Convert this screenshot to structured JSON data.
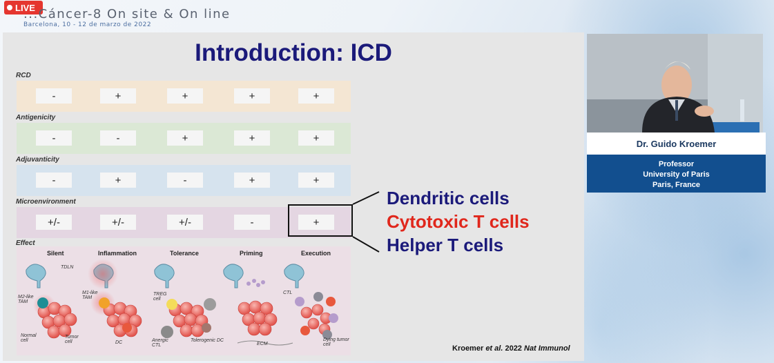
{
  "stream": {
    "live_label": "LIVE",
    "conference_title": "...Cáncer-8 On site & On line",
    "conference_subtitle": "Barcelona, 10 - 12 de marzo de 2022"
  },
  "slide": {
    "title": "Introduction: ICD",
    "rows": [
      {
        "label": "RCD",
        "color": "#f4e6d3",
        "values": [
          "-",
          "+",
          "+",
          "+",
          "+"
        ]
      },
      {
        "label": "Antigenicity",
        "color": "#dbe8d5",
        "values": [
          "-",
          "-",
          "+",
          "+",
          "+"
        ]
      },
      {
        "label": "Adjuvanticity",
        "color": "#d6e3ee",
        "values": [
          "-",
          "+",
          "-",
          "+",
          "+"
        ]
      },
      {
        "label": "Microenvironment",
        "color": "#e4d6e2",
        "values": [
          "+/-",
          "+/-",
          "+/-",
          "-",
          "+"
        ]
      }
    ],
    "effect": {
      "label": "Effect",
      "columns": [
        "Silent",
        "Inflammation",
        "Tolerance",
        "Priming",
        "Execution"
      ],
      "annotations": {
        "tdln": "TDLN",
        "m2": "M2-like TAM",
        "m1": "M1-like TAM",
        "treg": "TREG cell",
        "ctl": "CTL",
        "normal": "Normal cell",
        "tumor": "Tumor cell",
        "dc": "DC",
        "anergic": "Anergic CTL",
        "tolerogenic": "Tolerogenic DC",
        "ecm": "ECM",
        "dying": "Dying tumor cell"
      }
    },
    "callout_cells": [
      {
        "text": "Dendritic cells",
        "color": "#1b1a7a"
      },
      {
        "text": "Cytotoxic T cells",
        "color": "#e0271c"
      },
      {
        "text": "Helper T cells",
        "color": "#1b1a7a"
      }
    ],
    "citation": {
      "author": "Kroemer",
      "etal": "et al.",
      "year": "2022",
      "journal": "Nat Immunol"
    }
  },
  "speaker": {
    "name": "Dr. Guido Kroemer",
    "role": "Professor",
    "affiliation": "University of Paris",
    "location": "Paris, France"
  }
}
